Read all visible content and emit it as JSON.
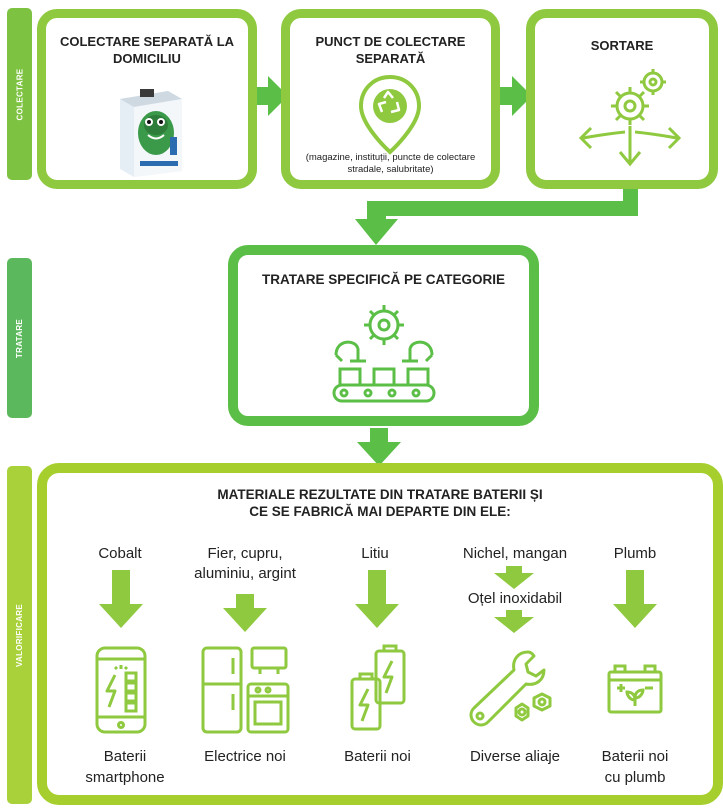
{
  "colors": {
    "green_dark": "#3fad35",
    "green_mid": "#5bbf47",
    "green_light": "#8fc93f",
    "green_lime": "#a6cf2e",
    "tab_collect": "#7ec241",
    "tab_treat": "#5cb85c",
    "tab_value": "#a9d13a"
  },
  "side_tabs": {
    "collect": "COLECTARE",
    "treat": "TRATARE",
    "value": "VALORIFICARE"
  },
  "collection": {
    "home": {
      "title": "COLECTARE SEPARATĂ LA DOMICILIU",
      "image": "battery-collection-box-photo"
    },
    "point": {
      "title": "PUNCT DE COLECTARE SEPARATĂ",
      "note": "(magazine, instituții, puncte de colectare stradale, salubritate)",
      "icon": "recycle-location-pin-icon"
    },
    "sorting": {
      "title": "SORTARE",
      "icon": "gears-sorting-arrows-icon"
    }
  },
  "treatment": {
    "title": "TRATARE SPECIFICĂ PE CATEGORIE",
    "icon": "factory-conveyor-gear-icon"
  },
  "valorisation": {
    "title_line1": "MATERIALE REZULTATE DIN TRATARE BATERII ȘI",
    "title_line2": "CE SE FABRICĂ MAI DEPARTE DIN ELE:",
    "columns": [
      {
        "material": "Cobalt",
        "result_line1": "Baterii",
        "result_line2": "smartphone",
        "icon": "smartphone-battery-icon"
      },
      {
        "material_line1": "Fier, cupru,",
        "material_line2": "aluminiu, argint",
        "result_line1": "Electrice noi",
        "icon": "appliances-icon"
      },
      {
        "material": "Litiu",
        "result_line1": "Baterii noi",
        "icon": "batteries-icon"
      },
      {
        "material": "Nichel, mangan",
        "intermediate": "Oțel inoxidabil",
        "result_line1": "Diverse aliaje",
        "icon": "wrench-nuts-icon"
      },
      {
        "material": "Plumb",
        "result_line1": "Baterii noi",
        "result_line2": "cu plumb",
        "icon": "car-battery-icon"
      }
    ]
  }
}
